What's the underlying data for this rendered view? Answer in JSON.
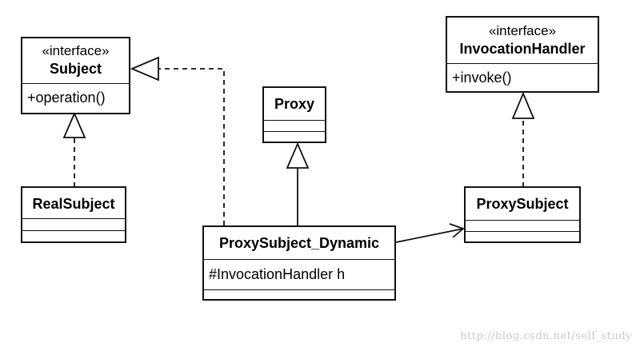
{
  "classes": {
    "subject": {
      "stereotype": "«interface»",
      "name": "Subject",
      "members": [
        "+operation()"
      ]
    },
    "realsubject": {
      "name": "RealSubject"
    },
    "proxy": {
      "name": "Proxy"
    },
    "proxysubject_dynamic": {
      "name": "ProxySubject_Dynamic",
      "members": [
        "#InvocationHandler h"
      ]
    },
    "invocationhandler": {
      "stereotype": "«interface»",
      "name": "InvocationHandler",
      "members": [
        "+invoke()"
      ]
    },
    "proxysubject": {
      "name": "ProxySubject"
    }
  },
  "relations": [
    {
      "from": "RealSubject",
      "to": "Subject",
      "type": "realization"
    },
    {
      "from": "ProxySubject_Dynamic",
      "to": "Subject",
      "type": "realization"
    },
    {
      "from": "ProxySubject_Dynamic",
      "to": "Proxy",
      "type": "generalization"
    },
    {
      "from": "ProxySubject_Dynamic",
      "to": "ProxySubject",
      "type": "association"
    },
    {
      "from": "ProxySubject",
      "to": "InvocationHandler",
      "type": "realization"
    }
  ],
  "watermark": "http://blog.csdn.net/self_study"
}
